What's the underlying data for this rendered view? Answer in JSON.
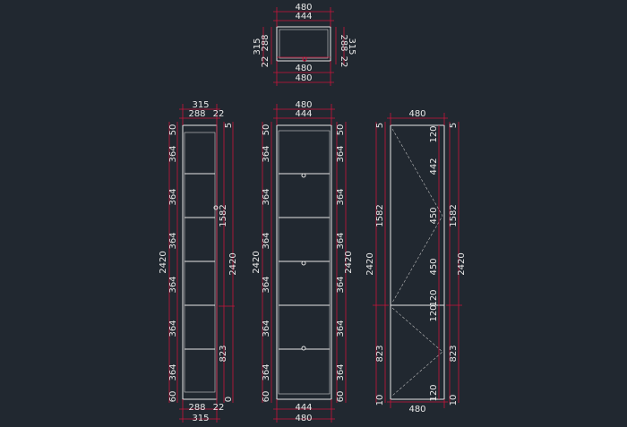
{
  "drawing": {
    "background": "#212830",
    "dimension_color": "#c8143c",
    "object_color": "#e6e6e6"
  },
  "top_view": {
    "dims": [
      "480",
      "444",
      "315",
      "288",
      "22",
      "288",
      "315",
      "22",
      "480",
      "480"
    ]
  },
  "side_view": {
    "top_dims": [
      "315",
      "288",
      "22"
    ],
    "bottom_dims": [
      "288",
      "22",
      "315"
    ],
    "left_dims": [
      "50",
      "364",
      "364",
      "364",
      "364",
      "364",
      "364",
      "60"
    ],
    "overall_left": "2420",
    "right_dims": [
      "5",
      "1582",
      "2420",
      "823",
      "0"
    ]
  },
  "front_view": {
    "top_dims": [
      "480",
      "444"
    ],
    "bottom_dims": [
      "444",
      "480"
    ],
    "left_dims": [
      "50",
      "364",
      "364",
      "364",
      "364",
      "364",
      "364",
      "60"
    ],
    "overall_left": "2420",
    "right_dims": [
      "50",
      "364",
      "364",
      "364",
      "364",
      "364",
      "364",
      "60"
    ],
    "overall_right": "2420"
  },
  "door_view": {
    "top_dim": "480",
    "bottom_dim": "480",
    "left_dims": [
      "5",
      "1582",
      "2420",
      "823",
      "10"
    ],
    "inner_dims": [
      "120",
      "442",
      "450",
      "450",
      "120",
      "120",
      "120"
    ],
    "right_dims": [
      "5",
      "1582",
      "2420",
      "823",
      "10"
    ]
  }
}
